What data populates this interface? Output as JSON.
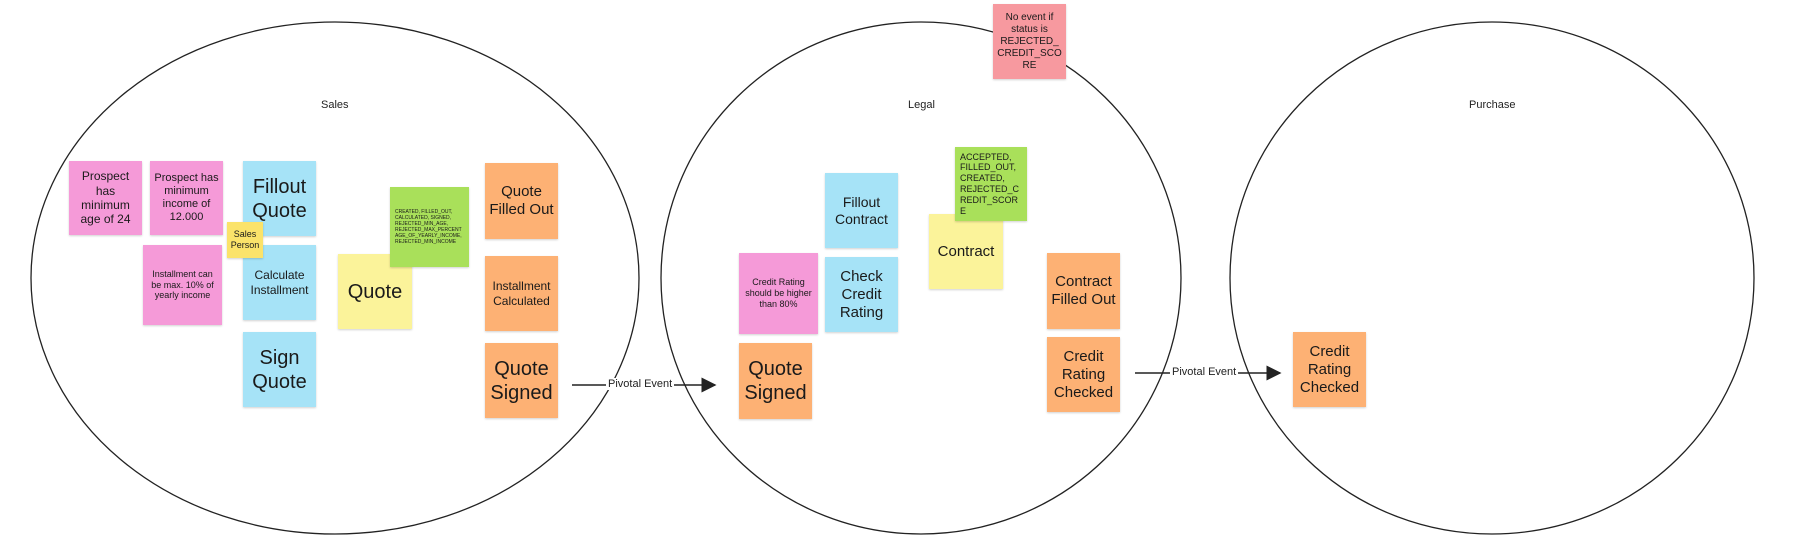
{
  "contexts": {
    "sales": "Sales",
    "legal": "Legal",
    "purchase": "Purchase"
  },
  "notes": {
    "prospect_age": "Prospect has minimum age of 24",
    "prospect_income": "Prospect has minimum income of 12.000",
    "installment_limit": "Installment can be max. 10% of yearly income",
    "sales_person": "Sales Person",
    "fillout_quote": "Fillout Quote",
    "calculate_installment": "Calculate Installment",
    "sign_quote": "Sign Quote",
    "quote": "Quote",
    "quote_states": "CREATED, FILLED_OUT, CALCULATED, SIGNED, REJECTED_MIN_AGE, REJECTED_MAX_PERCENTAGE_OF_YEARLY_INCOME, REJECTED_MIN_INCOME",
    "quote_filled_out": "Quote Filled Out",
    "installment_calculated": "Installment Calculated",
    "quote_signed_sales": "Quote Signed",
    "credit_rating_policy": "Credit Rating should be higher than 80%",
    "quote_signed_legal": "Quote Signed",
    "fillout_contract": "Fillout Contract",
    "check_credit_rating": "Check Credit Rating",
    "contract": "Contract",
    "contract_states": "ACCEPTED, FILLED_OUT, CREATED, REJECTED_CREDIT_SCORE",
    "no_event": "No event if status is REJECTED_CREDIT_SCORE",
    "contract_filled_out": "Contract Filled Out",
    "credit_rating_checked_legal": "Credit Rating Checked",
    "credit_rating_checked_purchase": "Credit Rating Checked"
  },
  "arrows": {
    "pivotal_1": "Pivotal Event",
    "pivotal_2": "Pivotal Event"
  },
  "colors": {
    "policy": "#f59ad8",
    "command": "#a6e3f7",
    "aggregate": "#fbf39a",
    "actor": "#fbe36a",
    "read_model": "#a9e05a",
    "event": "#fdb174",
    "hotspot": "#f7999f"
  }
}
